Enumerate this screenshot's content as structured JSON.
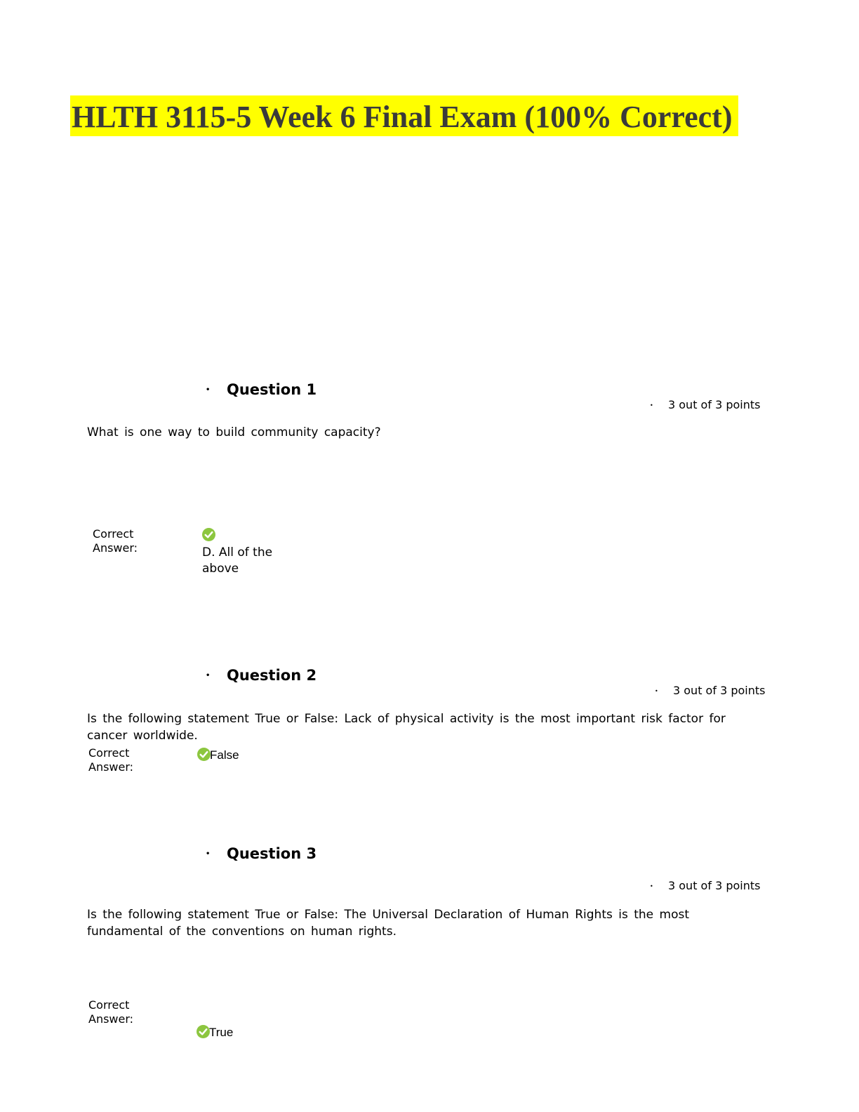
{
  "title": "HLTH 3115-5 Week 6 Final Exam (100% Correct)",
  "bullet": "•",
  "correct_answer_label": [
    "Correct",
    "Answer:"
  ],
  "questions": [
    {
      "heading": "Question 1",
      "points": "3 out of 3 points",
      "text": "What is one way to build community capacity?",
      "answer": "D. All of the above"
    },
    {
      "heading": "Question 2",
      "points": "3 out of 3 points",
      "text": "Is the following statement True or False: Lack of physical activity is the most important risk factor for cancer worldwide.",
      "answer": "False"
    },
    {
      "heading": "Question 3",
      "points": "3 out of 3 points",
      "text": "Is the following statement True or False: The Universal Declaration of Human Rights is the most fundamental of the conventions on human rights.",
      "answer": "True"
    }
  ],
  "colors": {
    "highlight": "#ffff00",
    "check": "#8cc63f"
  }
}
